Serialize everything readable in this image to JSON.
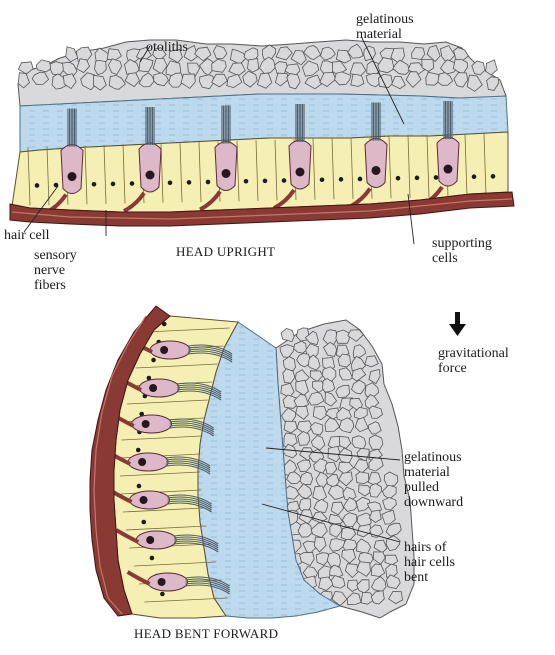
{
  "upright": {
    "labels": {
      "otoliths": "otoliths",
      "gelatinous_1": "gelatinous",
      "gelatinous_2": "material",
      "hair_cell": "hair cell",
      "sensory_1": "sensory",
      "sensory_2": "nerve",
      "sensory_3": "fibers",
      "supporting_1": "supporting",
      "supporting_2": "cells"
    },
    "caption": "HEAD UPRIGHT"
  },
  "forward": {
    "labels": {
      "gravity_1": "gravitational",
      "gravity_2": "force",
      "pulled_1": "gelatinous",
      "pulled_2": "material",
      "pulled_3": "pulled",
      "pulled_4": "downward",
      "hairs_1": "hairs of",
      "hairs_2": "hair cells",
      "hairs_3": "bent"
    },
    "caption": "HEAD BENT FORWARD"
  },
  "colors": {
    "otolith_fill": "#d9d9db",
    "otolith_stroke": "#555555",
    "gel_fill": "#bcd9ee",
    "support_fill": "#f6efb4",
    "hair_cell_fill": "#dcb8c8",
    "nerve_fill": "#8a3a34",
    "hair_bundle": "#4a5a66"
  }
}
